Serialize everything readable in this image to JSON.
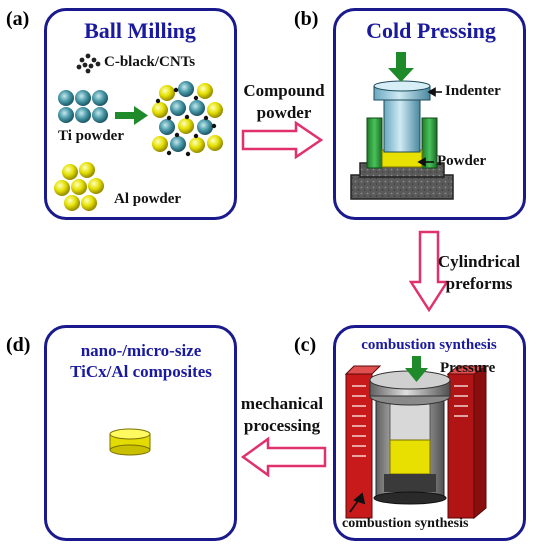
{
  "panels": {
    "a": {
      "tag": "(a)",
      "title": "Ball Milling",
      "carbon_label": "C-black/CNTs",
      "ti_label": "Ti powder",
      "al_label": "Al powder"
    },
    "b": {
      "tag": "(b)",
      "title": "Cold Pressing",
      "indenter_label": "Indenter",
      "powder_label": "Powder"
    },
    "c": {
      "tag": "(c)",
      "title": "combustion synthesis",
      "pressure_label": "Pressure",
      "bottom_label": "combustion synthesis"
    },
    "d": {
      "tag": "(d)",
      "title_line1": "nano-/micro-size",
      "title_line2": "TiCx/Al composites"
    }
  },
  "flows": {
    "a_to_b_line1": "Compound",
    "a_to_b_line2": "powder",
    "b_to_c_line1": "Cylindrical",
    "b_to_c_line2": "preforms",
    "c_to_d_line1": "mechanical",
    "c_to_d_line2": "processing"
  },
  "colors": {
    "panel_border": "#1a1a8c",
    "title_blue": "#1a1a9e",
    "arrow_pink": "#e0306e",
    "arrow_green": "#1e8a2a",
    "ti_particle": "#4a9aa8",
    "al_particle": "#e4e000",
    "die_green": "#2a9a3a",
    "furnace_red": "#c81a1a"
  }
}
